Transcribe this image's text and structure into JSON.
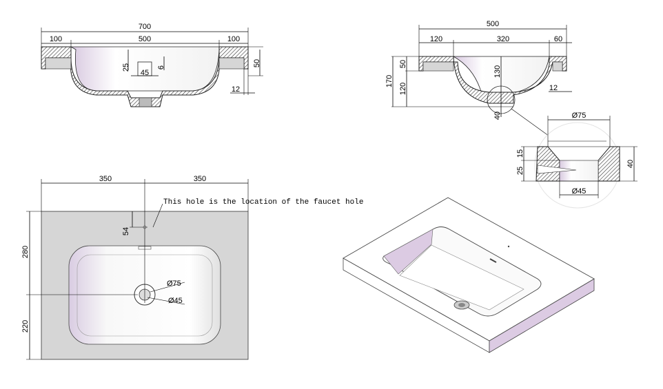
{
  "front_view": {
    "overall_width": "700",
    "left_rim": "100",
    "bowl_width": "500",
    "right_rim": "100",
    "overflow_height": "25",
    "overflow_width": "45",
    "overflow_offset": "6",
    "rim_height": "50",
    "wall": "12"
  },
  "side_view": {
    "overall_depth": "500",
    "back_rim": "120",
    "bowl_depth": "320",
    "front_rim": "60",
    "total_height": "170",
    "rim_height": "50",
    "below_rim": "120",
    "bowl_height": "130",
    "drain_height": "40",
    "wall": "12"
  },
  "detail": {
    "outer_diameter": "Ø75",
    "chamfer_height": "15",
    "bore_height": "25",
    "total_height": "40",
    "inner_diameter": "Ø45"
  },
  "plan_view": {
    "left_half": "350",
    "right_half": "350",
    "back_to_drain": "280",
    "drain_to_front": "220",
    "faucet_offset": "54",
    "drain_outer": "Ø75",
    "drain_inner": "Ø45",
    "note": "This hole is the location of the faucet hole"
  },
  "colors": {
    "slab": "#d6d6d6",
    "purple_face": "#dccbe3",
    "dim_blue": "#1a3a8a"
  }
}
